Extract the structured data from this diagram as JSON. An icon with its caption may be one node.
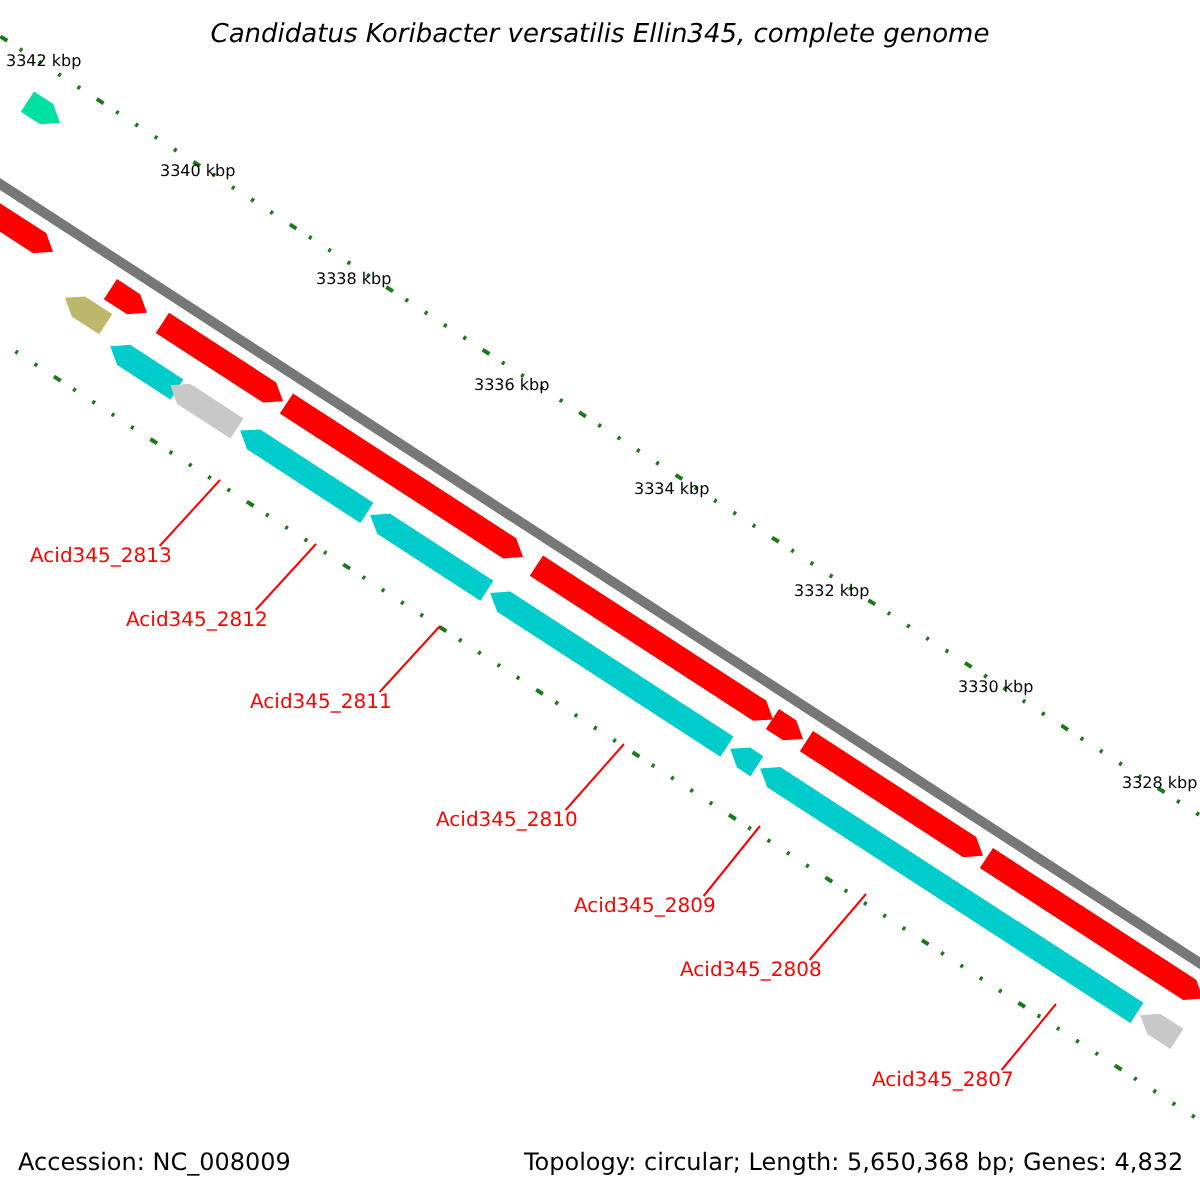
{
  "diagram": {
    "title": "Candidatus Koribacter versatilis Ellin345, complete genome",
    "nodes": [
      {
        "text": [
          "Acid345_2813"
        ]
      },
      {
        "text": [
          "Acid345_2812"
        ]
      },
      {
        "text": [
          "Acid345_2811"
        ]
      },
      {
        "text": [
          "Acid345_2810"
        ]
      },
      {
        "text": [
          "Acid345_2809"
        ]
      },
      {
        "text": [
          "Acid345_2808"
        ]
      },
      {
        "text": [
          "Acid345_2807"
        ]
      }
    ],
    "edges": [
      {
        "from": 0,
        "to": null,
        "arrow": "none",
        "color": "#ff0000"
      },
      {
        "from": 1,
        "to": null,
        "arrow": "none",
        "color": "#ff0000"
      },
      {
        "from": 2,
        "to": null,
        "arrow": "none",
        "color": "#ff0000"
      },
      {
        "from": 3,
        "to": null,
        "arrow": "none",
        "color": "#ff0000"
      },
      {
        "from": 4,
        "to": null,
        "arrow": "none",
        "color": "#ff0000"
      },
      {
        "from": 5,
        "to": null,
        "arrow": "none",
        "color": "#ff0000"
      },
      {
        "from": 6,
        "to": null,
        "arrow": "none",
        "color": "#ff0000"
      }
    ],
    "labels": [
      "3342 kbp",
      "3340 kbp",
      "3338 kbp",
      "3336 kbp",
      "3334 kbp",
      "3332 kbp",
      "3330 kbp",
      "3328 kbp",
      "Accession: NC_008009",
      "Topology: circular; Length: 5,650,368 bp; Genes: 4,832"
    ]
  }
}
